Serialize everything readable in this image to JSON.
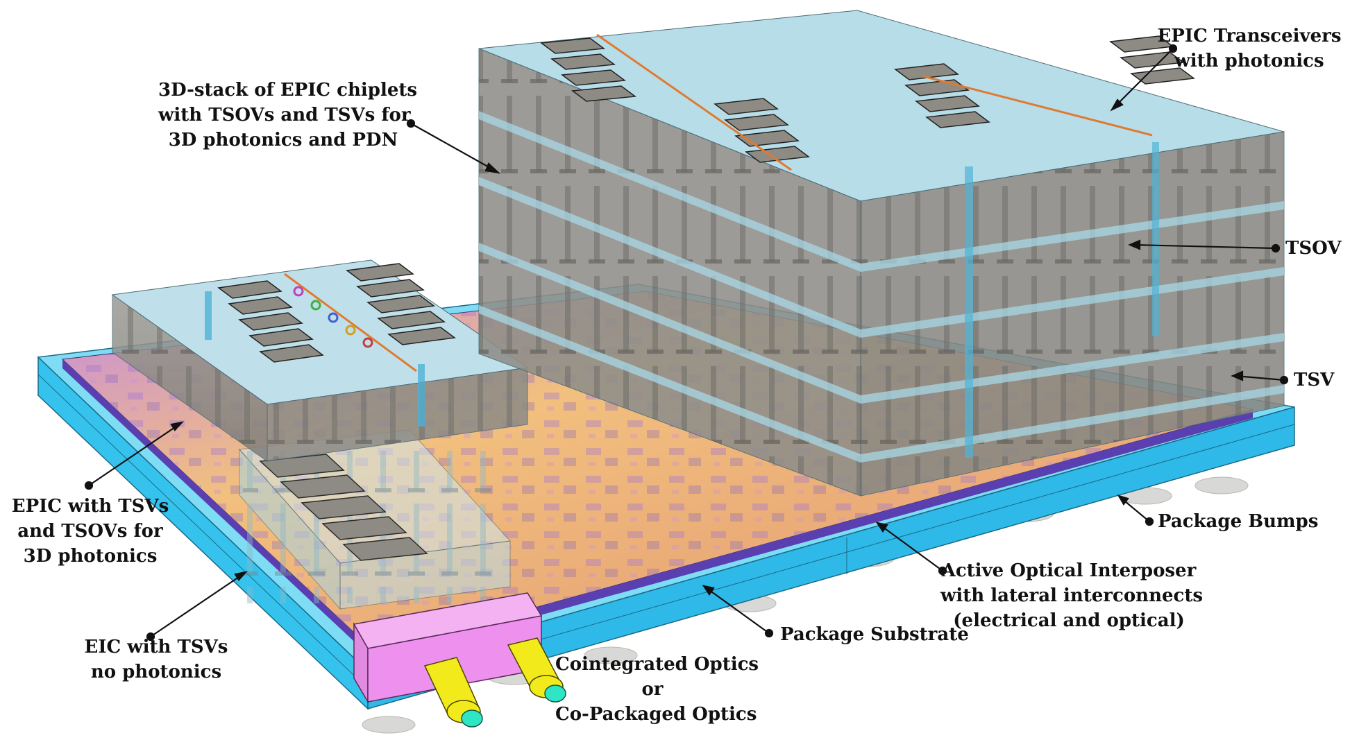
{
  "labels": {
    "stack3d": [
      "3D-stack of EPIC chiplets",
      "with TSOVs and TSVs for",
      "3D photonics and PDN"
    ],
    "transceivers": [
      "EPIC Transceivers",
      "with photonics"
    ],
    "tsov": "TSOV",
    "tsv": "TSV",
    "package_bumps": "Package Bumps",
    "interposer": [
      "Active Optical Interposer",
      "with lateral interconnects",
      "(electrical and optical)"
    ],
    "substrate": "Package Substrate",
    "optics": [
      "Cointegrated Optics",
      "or",
      "Co-Packaged Optics"
    ],
    "eic": [
      "EIC with TSVs",
      "no photonics"
    ],
    "epic": [
      "EPIC with TSVs",
      "and TSOVs for",
      "3D photonics"
    ]
  },
  "colors": {
    "substrate": "#3cc8f0",
    "interposer_warm": "#f3b57a",
    "interposer_purple": "#8a5ad0",
    "die_gray": "#8e8e88",
    "die_glass": "#a9d6e4",
    "pad": "#4e4a44",
    "optics_housing": "#ee90ee",
    "fiber_jacket": "#f2ea1a",
    "fiber_core": "#2fe6c4"
  }
}
